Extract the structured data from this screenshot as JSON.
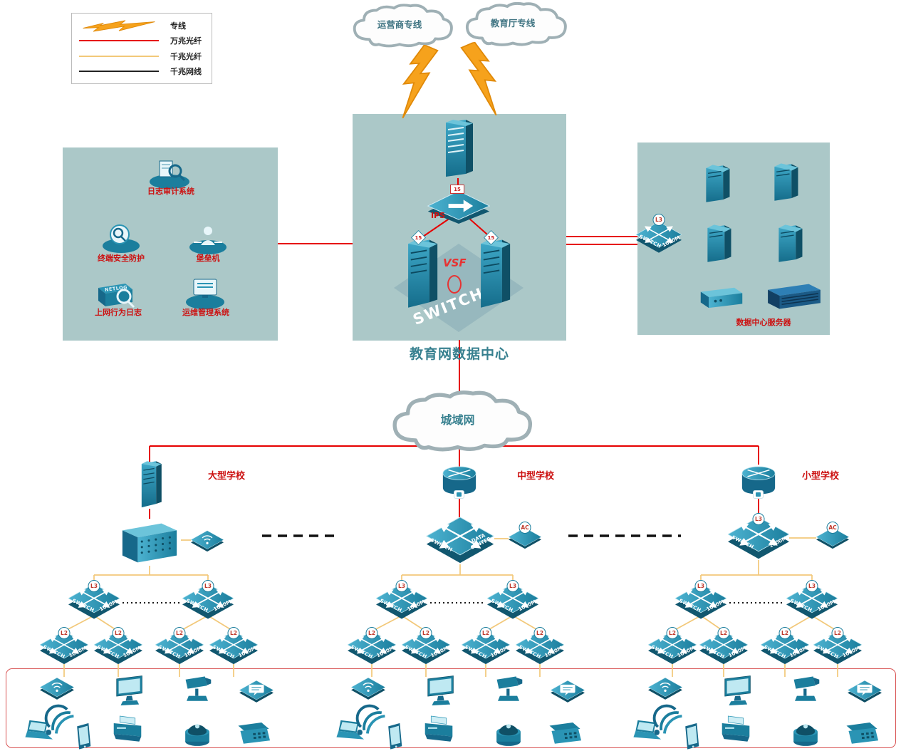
{
  "legend": {
    "items": [
      {
        "label": "专线"
      },
      {
        "label": "万兆光纤",
        "color": "#e60000"
      },
      {
        "label": "千兆光纤",
        "color": "#f2c879"
      },
      {
        "label": "千兆网线",
        "color": "#222222"
      }
    ]
  },
  "clouds": {
    "isp": "运营商专线",
    "edu": "教育厅专线",
    "man": "城域网"
  },
  "datacenter": {
    "title": "教育网数据中心",
    "ips_label": "IPS",
    "ips_badge": "15",
    "tower_badge": "15",
    "vsf_label": "VSF",
    "big_switch_label": "SWITCH"
  },
  "security": {
    "log_audit": "日志审计系统",
    "endpoint": "终端安全防护",
    "bastion": "堡垒机",
    "netlog_box": "NETLOG",
    "netlog": "上网行为日志",
    "ops": "运维管理系统"
  },
  "server_zone": {
    "caption": "数据中心服务器"
  },
  "labels": {
    "switch": "SWITCH",
    "speed": "1000M",
    "l3": "L3",
    "l2": "L2",
    "ac": "AC",
    "data1": "DATA",
    "data2": "CENTER"
  },
  "schools": [
    {
      "name": "大型学校"
    },
    {
      "name": "中型学校"
    },
    {
      "name": "小型学校"
    }
  ],
  "end_device_icons": [
    "wireless-ap",
    "desktop-monitor",
    "ptz-camera",
    "chat-terminal",
    "laptop",
    "wifi-signal",
    "smartphone",
    "printer",
    "dome-camera",
    "telephone"
  ],
  "colors": {
    "line_10g_fiber": "#e60000",
    "line_1g_fiber": "#f2c879",
    "line_1g_copper": "#222222",
    "device_teal": "#1b7e9d",
    "panel_bg": "#abc8c8",
    "label_red": "#cc1111",
    "title_teal": "#37808f"
  }
}
